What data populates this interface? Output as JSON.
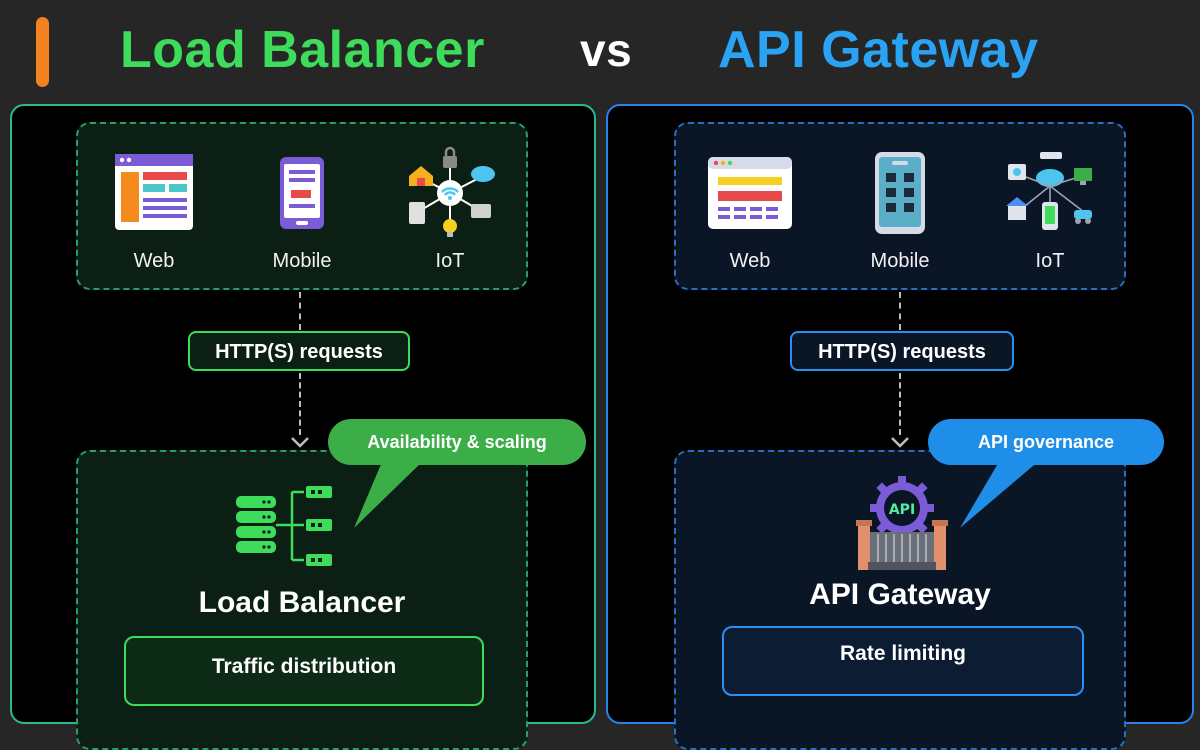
{
  "header": {
    "left_title": "Load Balancer",
    "vs": "vs",
    "right_title": "API Gateway"
  },
  "left_panel": {
    "clients": [
      {
        "label": "Web",
        "icon": "web-browser-icon"
      },
      {
        "label": "Mobile",
        "icon": "mobile-phone-icon"
      },
      {
        "label": "IoT",
        "icon": "iot-network-icon"
      }
    ],
    "request_label": "HTTP(S) requests",
    "callout": "Availability & scaling",
    "component": "Load Balancer",
    "feature": "Traffic distribution"
  },
  "right_panel": {
    "clients": [
      {
        "label": "Web",
        "icon": "web-browser-icon"
      },
      {
        "label": "Mobile",
        "icon": "mobile-phone-icon"
      },
      {
        "label": "IoT",
        "icon": "iot-devices-icon"
      }
    ],
    "request_label": "HTTP(S) requests",
    "callout": "API governance",
    "component": "API Gateway",
    "feature": "Rate limiting"
  },
  "colors": {
    "background": "#262626",
    "accent": "#f58220",
    "load_balancer_green": "#3ddc5a",
    "api_gateway_blue": "#2ba3f5"
  }
}
